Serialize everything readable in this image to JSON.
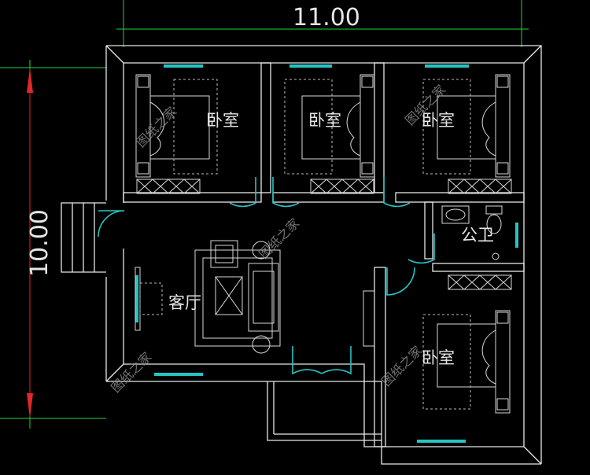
{
  "dimensions": {
    "width_label": "11.00",
    "height_label": "10.00"
  },
  "rooms": {
    "bedroom1": "卧室",
    "bedroom2": "卧室",
    "bedroom3": "卧室",
    "bedroom4": "卧室",
    "living_room": "客厅",
    "bathroom": "公卫"
  },
  "watermark": "图纸之家",
  "colors": {
    "background": "#000000",
    "walls": "#e8e8e8",
    "windows_doors": "#27c3c3",
    "dimension_lines": "#22d63a",
    "arrows": "#e0282a"
  }
}
